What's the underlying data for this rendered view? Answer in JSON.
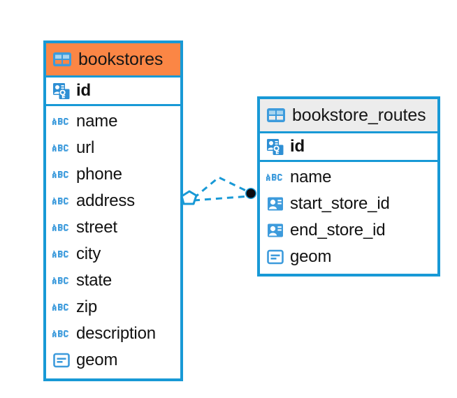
{
  "diagram": {
    "type": "entity-relationship-diagram",
    "background_color": "#FFFFFF",
    "accent_color": "#1899D6",
    "highlight_color": "#FB8645",
    "header_neutral_color": "#ECECEC",
    "text_color": "#121212"
  },
  "entities": [
    {
      "name": "bookstores",
      "header_style": "highlighted",
      "header_color": "#FB8645",
      "table_icon": "table-icon",
      "primary_key": {
        "label": "id",
        "icon": "primary-key-icon",
        "bold": true
      },
      "fields": [
        {
          "label": "name",
          "icon": "abc-icon"
        },
        {
          "label": "url",
          "icon": "abc-icon"
        },
        {
          "label": "phone",
          "icon": "abc-icon"
        },
        {
          "label": "address",
          "icon": "abc-icon"
        },
        {
          "label": "street",
          "icon": "abc-icon"
        },
        {
          "label": "city",
          "icon": "abc-icon"
        },
        {
          "label": "state",
          "icon": "abc-icon"
        },
        {
          "label": "zip",
          "icon": "abc-icon"
        },
        {
          "label": "description",
          "icon": "abc-icon"
        },
        {
          "label": "geom",
          "icon": "blob-icon"
        }
      ]
    },
    {
      "name": "bookstore_routes",
      "header_style": "neutral",
      "header_color": "#ECECEC",
      "table_icon": "table-icon",
      "primary_key": {
        "label": "id",
        "icon": "primary-key-icon",
        "bold": true
      },
      "fields": [
        {
          "label": "name",
          "icon": "abc-icon"
        },
        {
          "label": "start_store_id",
          "icon": "foreign-key-icon"
        },
        {
          "label": "end_store_id",
          "icon": "foreign-key-icon"
        },
        {
          "label": "geom",
          "icon": "blob-icon"
        }
      ]
    }
  ],
  "relationship": {
    "name": "bookstores-to-bookstore-routes",
    "line_style": "dashed",
    "line_color": "#1899D6",
    "source_endpoint": "diamond-endpoint-icon",
    "target_endpoint": "filled-circle-endpoint-icon"
  }
}
